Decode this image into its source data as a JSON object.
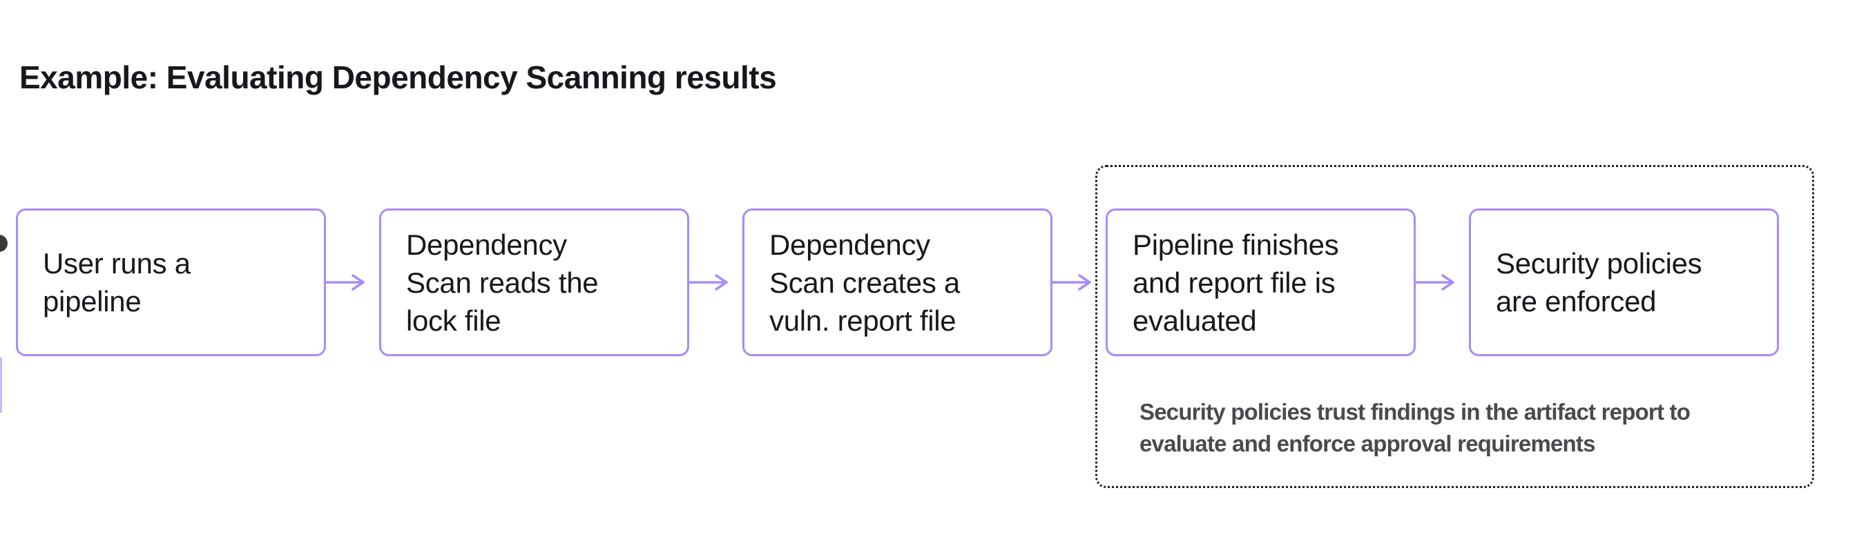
{
  "page": {
    "background": "#ffffff",
    "accent_color": "#a78bfa",
    "text_color": "#18171c",
    "note_color": "#4a4a4e",
    "dotted_border_color": "#1f1f1f"
  },
  "header": {
    "title": "Example: Evaluating Dependency Scanning results"
  },
  "flow": {
    "steps": [
      {
        "label": "User runs a\npipeline"
      },
      {
        "label": "Dependency\nScan reads the\nlock file"
      },
      {
        "label": "Dependency\nScan creates a\nvuln. report file"
      },
      {
        "label": "Pipeline finishes\nand report file is\nevaluated"
      },
      {
        "label": "Security policies\nare enforced"
      }
    ],
    "policy_group": {
      "note": "Security policies trust findings in the artifact report to\nevaluate and enforce approval requirements"
    },
    "icons": {
      "flow_arrow": "→"
    }
  }
}
